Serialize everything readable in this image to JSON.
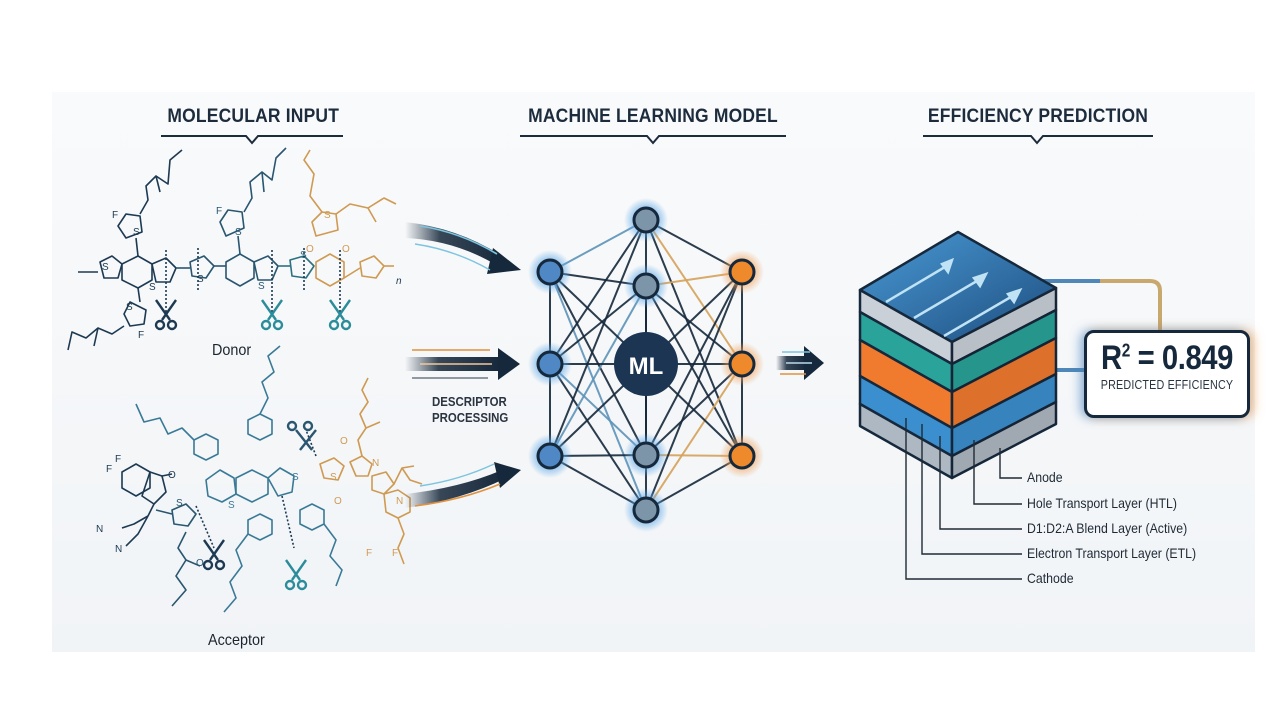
{
  "sections": {
    "input": {
      "title": "MOLECULAR INPUT"
    },
    "model": {
      "title": "MACHINE LEARNING MODEL"
    },
    "output": {
      "title": "EFFICIENCY PREDICTION"
    }
  },
  "molecules": {
    "donor": {
      "label": "Donor",
      "atom_labels": [
        "F",
        "S",
        "S",
        "S",
        "S",
        "S",
        "F",
        "S",
        "S",
        "O",
        "O",
        "S",
        "S",
        "n",
        "F"
      ]
    },
    "acceptor": {
      "label": "Acceptor",
      "atom_labels": [
        "F",
        "F",
        "O",
        "N",
        "N",
        "S",
        "S",
        "O",
        "S",
        "S",
        "O",
        "N",
        "N",
        "O",
        "F",
        "F"
      ]
    }
  },
  "processing": {
    "label_line1": "DESCRIPTOR",
    "label_line2": "PROCESSING"
  },
  "network": {
    "center_label": "ML",
    "input_nodes": 3,
    "hidden_nodes": 5,
    "output_nodes": 3
  },
  "prediction": {
    "metric_symbol": "R",
    "metric_exponent": "2",
    "metric_equals": " = ",
    "metric_value": "0.849",
    "metric_caption": "PREDICTED EFFICIENCY"
  },
  "device_layers": [
    {
      "name": "Anode",
      "color": "#b9c3cd"
    },
    {
      "name": "Hole Transport Layer (HTL)",
      "color": "#2aa39a"
    },
    {
      "name": "D1:D2:A Blend Layer (Active)",
      "color": "#f07a2e"
    },
    {
      "name": "Electron Transport Layer (ETL)",
      "color": "#3b8fcf"
    },
    {
      "name": "Cathode",
      "color": "#aeb8c2"
    }
  ],
  "colors": {
    "navy": "#16283b",
    "blue": "#3d7fc0",
    "teal": "#2b8c9a",
    "orange": "#e8892f",
    "gold": "#d6a25a"
  }
}
